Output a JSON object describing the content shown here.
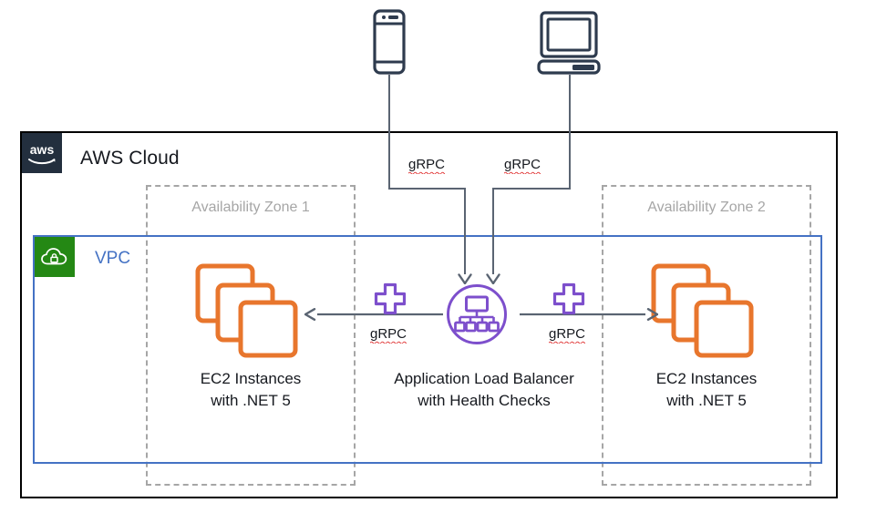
{
  "diagram": {
    "title": "AWS Cloud",
    "cloud": {
      "label": "AWS Cloud",
      "logo_icon": "aws-logo-icon",
      "border_color": "#000000"
    },
    "vpc": {
      "label": "VPC",
      "icon": "vpc-cloud-lock-icon",
      "icon_background": "#248814",
      "label_color": "#4472C4",
      "border_color": "#4472C4"
    },
    "availability_zones": [
      {
        "label": "Availability Zone 1",
        "color": "#A6A6A6"
      },
      {
        "label": "Availability Zone 2",
        "color": "#A6A6A6"
      }
    ],
    "clients": [
      {
        "name": "mobile-device",
        "icon": "mobile-phone-icon",
        "color": "#2E3B4E"
      },
      {
        "name": "desktop-device",
        "icon": "laptop-computer-icon",
        "color": "#2E3B4E"
      }
    ],
    "compute_groups": [
      {
        "icon": "ec2-instances-icon",
        "icon_color": "#E8762D",
        "caption_line1": "EC2 Instances",
        "caption_line2": "with .NET 5"
      },
      {
        "icon": "ec2-instances-icon",
        "icon_color": "#E8762D",
        "caption_line1": "EC2 Instances",
        "caption_line2": "with .NET 5"
      }
    ],
    "load_balancer": {
      "icon": "application-load-balancer-icon",
      "icon_color": "#7D4FCC",
      "caption_line1": "Application Load Balancer",
      "caption_line2": "with Health Checks"
    },
    "health_checks": [
      {
        "icon": "health-check-cross-icon",
        "color": "#7D4FCC"
      },
      {
        "icon": "health-check-cross-icon",
        "color": "#7D4FCC"
      }
    ],
    "connections": [
      {
        "name": "mobile-to-alb",
        "protocol": "gRPC",
        "spellcheck_underline": true
      },
      {
        "name": "desktop-to-alb",
        "protocol": "gRPC",
        "spellcheck_underline": true
      },
      {
        "name": "alb-to-ec2-zone1",
        "protocol": "gRPC",
        "spellcheck_underline": true
      },
      {
        "name": "alb-to-ec2-zone2",
        "protocol": "gRPC",
        "spellcheck_underline": true
      }
    ],
    "line_color": "#5A6472"
  }
}
